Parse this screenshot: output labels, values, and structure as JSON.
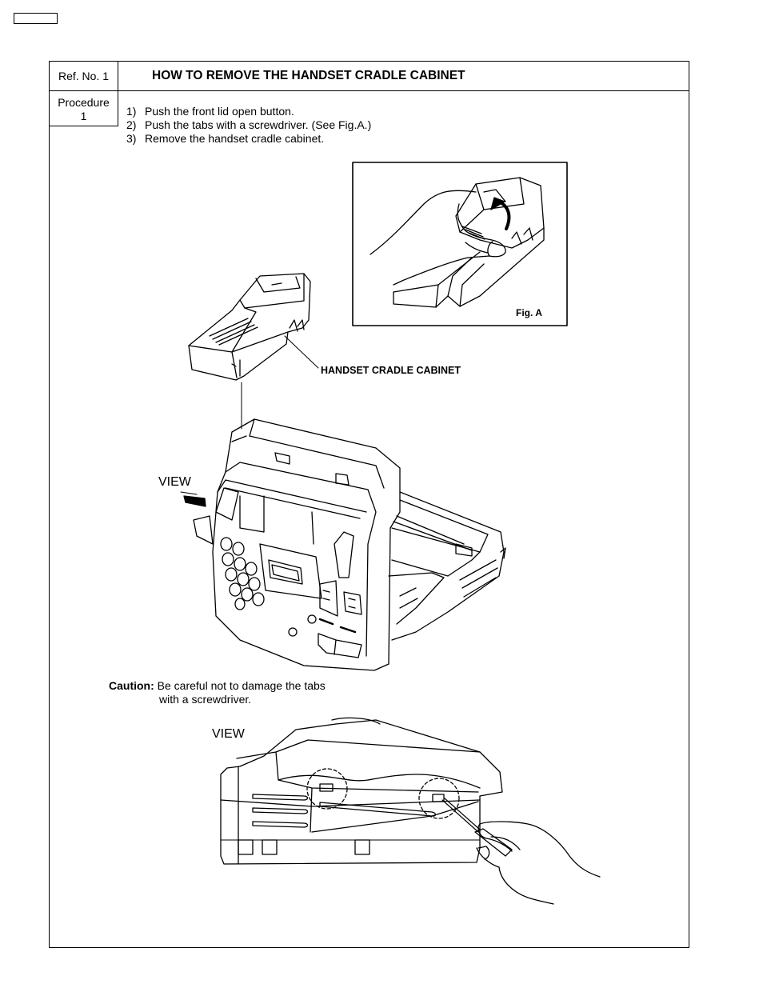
{
  "header": {
    "ref_label": "Ref. No. 1",
    "title": "HOW TO REMOVE THE HANDSET CRADLE CABINET",
    "procedure_label": "Procedure",
    "procedure_number": "1"
  },
  "steps": [
    {
      "num": "1)",
      "text": "Push the front lid open button."
    },
    {
      "num": "2)",
      "text": "Push the tabs with a screwdriver. (See Fig.A.)"
    },
    {
      "num": "3)",
      "text": "Remove the handset cradle cabinet."
    }
  ],
  "figures": {
    "fig_a_label": "Fig. A",
    "part_label": "HANDSET CRADLE CABINET",
    "view_label_top": "VIEW",
    "view_label_bottom": "VIEW"
  },
  "caution": {
    "label": "Caution:",
    "line1": "Be careful not to damage the tabs",
    "line2": "with a screwdriver."
  }
}
